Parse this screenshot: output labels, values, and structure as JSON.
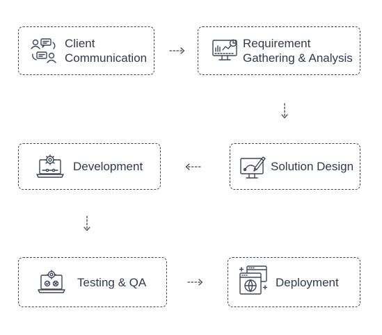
{
  "steps": [
    {
      "id": "client",
      "lines": [
        "Client",
        "Communication"
      ],
      "icon": "chat-users-icon"
    },
    {
      "id": "requirement",
      "lines": [
        "Requirement",
        "Gathering & Analysis"
      ],
      "icon": "analytics-monitor-icon"
    },
    {
      "id": "solution",
      "lines": [
        "Solution Design"
      ],
      "icon": "design-monitor-icon"
    },
    {
      "id": "development",
      "lines": [
        "Development"
      ],
      "icon": "laptop-gear-icon"
    },
    {
      "id": "testing",
      "lines": [
        "Testing & QA"
      ],
      "icon": "laptop-gears-check-icon"
    },
    {
      "id": "deployment",
      "lines": [
        "Deployment"
      ],
      "icon": "browser-globe-icon"
    }
  ],
  "colors": {
    "stroke": "#3b4456",
    "text": "#2f3a4d"
  }
}
